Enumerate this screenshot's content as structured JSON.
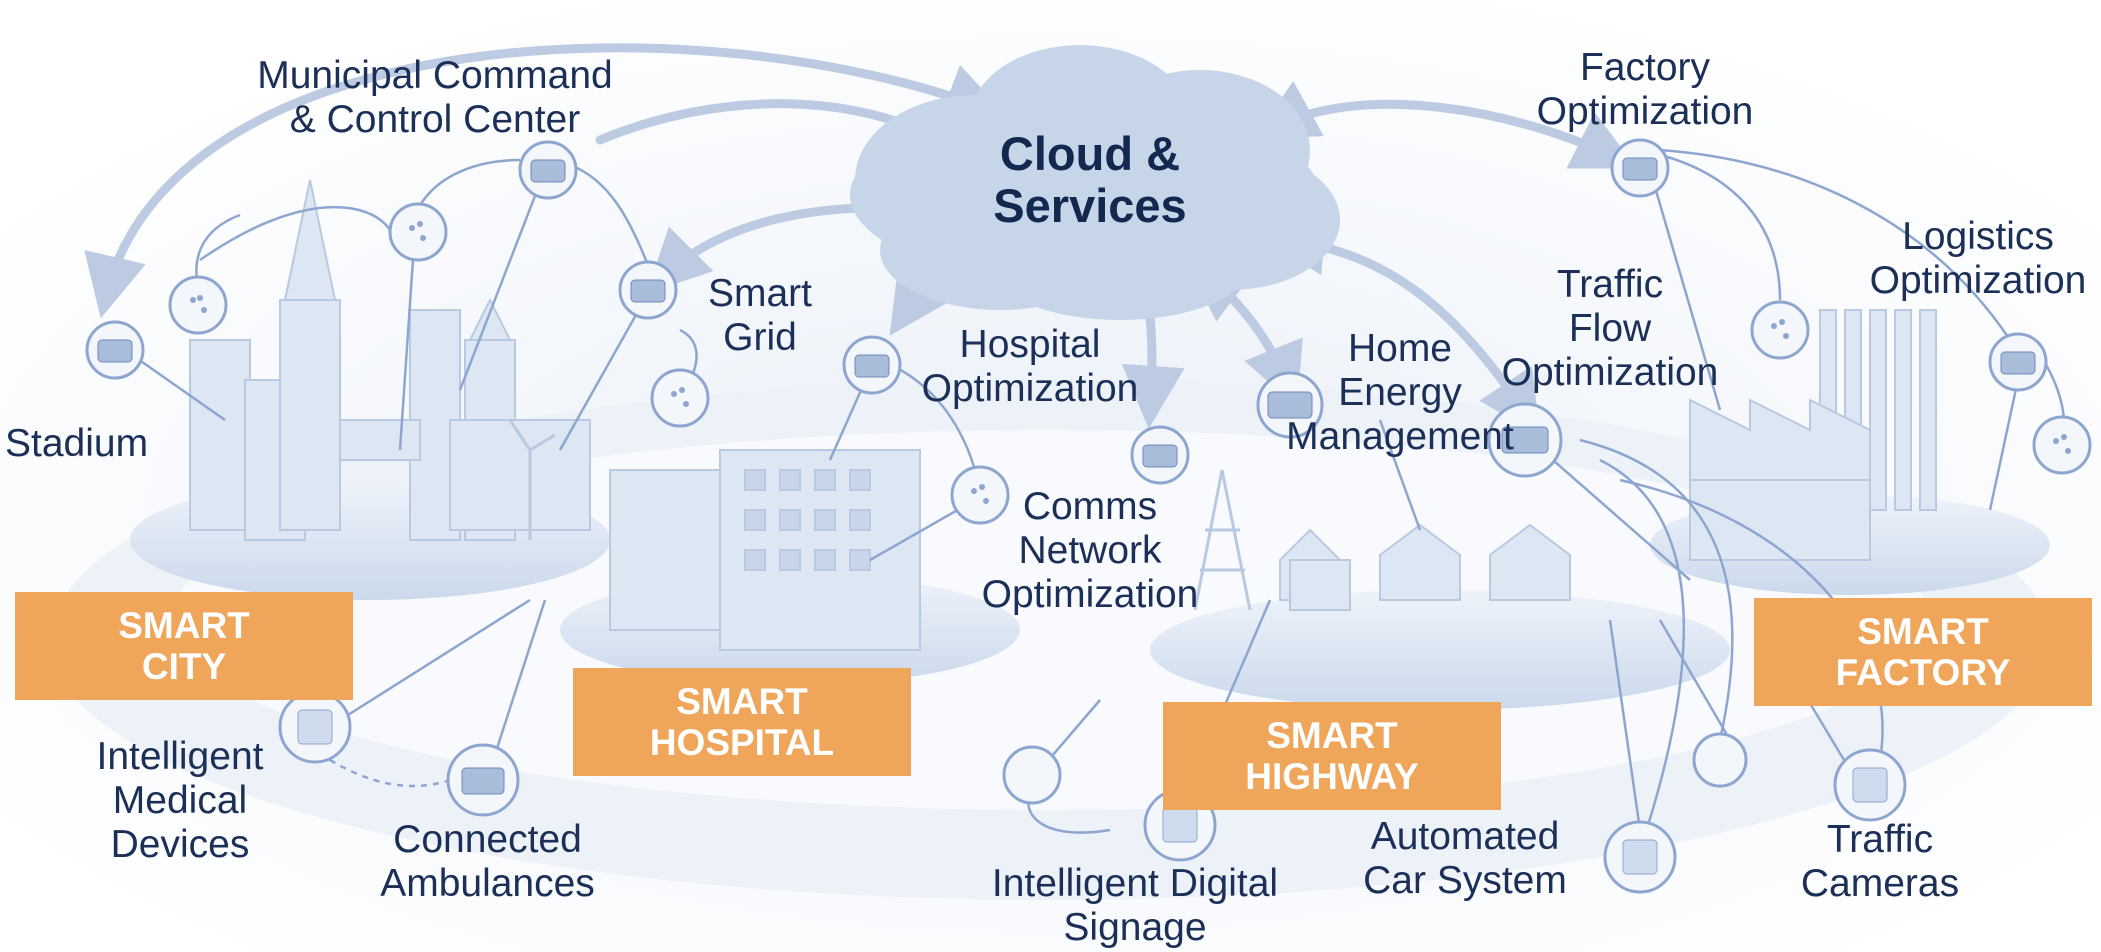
{
  "cloud": {
    "line1": "Cloud &",
    "line2": "Services"
  },
  "banners": {
    "city": {
      "line1": "SMART",
      "line2": "CITY"
    },
    "hospital": {
      "line1": "SMART",
      "line2": "HOSPITAL"
    },
    "highway": {
      "line1": "SMART",
      "line2": "HIGHWAY"
    },
    "factory": {
      "line1": "SMART",
      "line2": "FACTORY"
    }
  },
  "labels": {
    "municipal": [
      "Municipal Command",
      "& Control Center"
    ],
    "stadium": [
      "Stadium"
    ],
    "smart_grid": [
      "Smart",
      "Grid"
    ],
    "hospital_opt": [
      "Hospital",
      "Optimization"
    ],
    "comms": [
      "Comms",
      "Network",
      "Optimization"
    ],
    "home_energy": [
      "Home",
      "Energy",
      "Management"
    ],
    "traffic_flow": [
      "Traffic",
      "Flow",
      "Optimization"
    ],
    "factory_opt": [
      "Factory",
      "Optimization"
    ],
    "logistics": [
      "Logistics",
      "Optimization"
    ],
    "medical": [
      "Intelligent",
      "Medical",
      "Devices"
    ],
    "ambulances": [
      "Connected",
      "Ambulances"
    ],
    "signage": [
      "Intelligent Digital",
      "Signage"
    ],
    "car_system": [
      "Automated",
      "Car System"
    ],
    "cameras": [
      "Traffic",
      "Cameras"
    ]
  },
  "colors": {
    "label_text": "#1b2f57",
    "cloud_fill": "#c7d5e9",
    "banner_fill": "#efa55a",
    "building": "#dce6f3",
    "node_ring": "#8ea6cf"
  }
}
